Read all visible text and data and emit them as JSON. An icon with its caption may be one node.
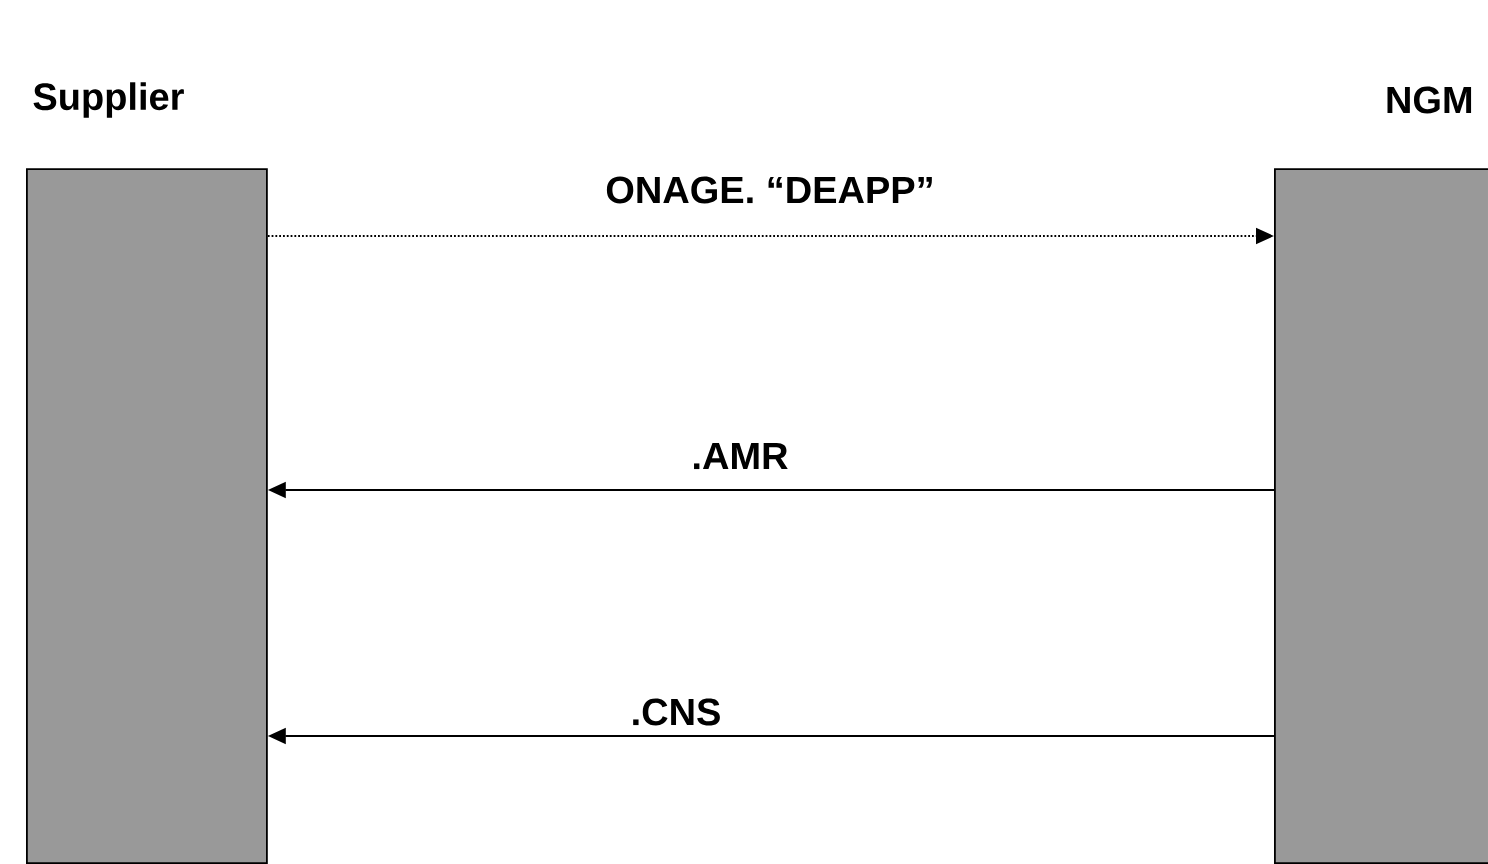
{
  "diagram": {
    "nodes": [
      {
        "text": [
          "Supplier"
        ]
      },
      {
        "text": [
          "NGM"
        ]
      }
    ],
    "edges": [
      {
        "from": 0,
        "to": 1,
        "arrow": "to",
        "label": "ONAGE. “DEAPP”",
        "style": "dashed"
      },
      {
        "from": 1,
        "to": 0,
        "arrow": "to",
        "label": ".AMR"
      },
      {
        "from": 1,
        "to": 0,
        "arrow": "to",
        "label": ".CNS"
      }
    ]
  }
}
